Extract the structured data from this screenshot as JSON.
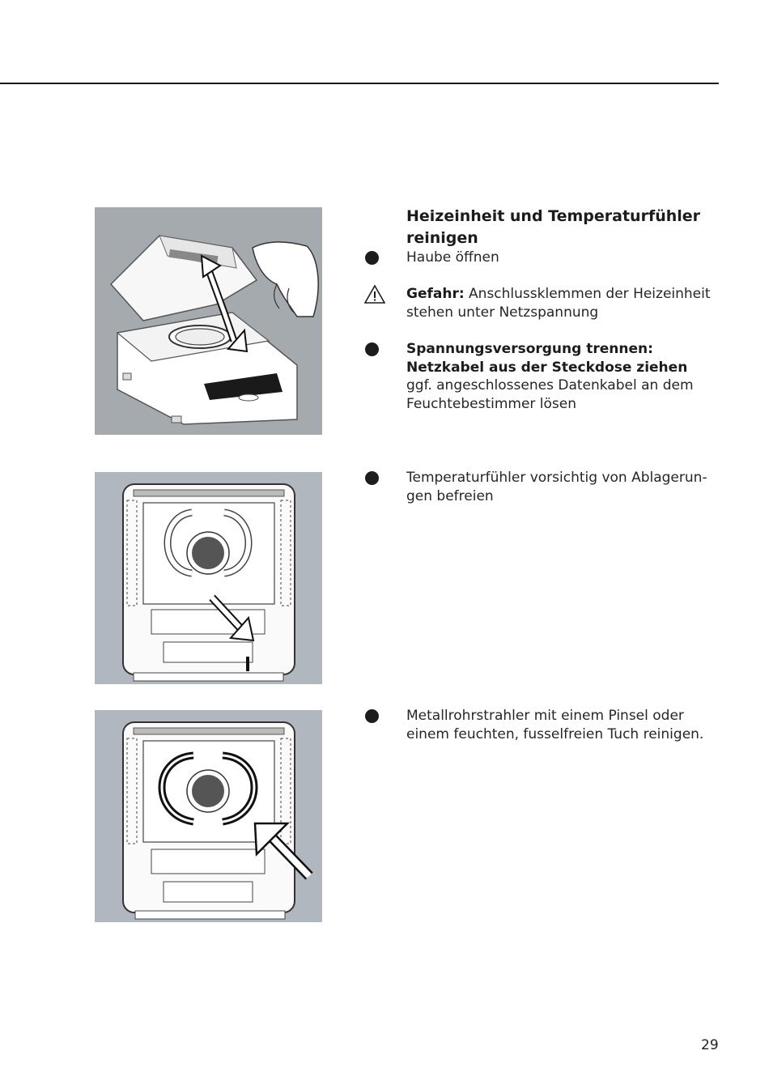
{
  "section": {
    "title": "Heizeinheit und Temperaturfühler reinigen"
  },
  "steps": {
    "step1": "Haube öffnen",
    "warning_label": "Gefahr:",
    "warning_text": " Anschlussklemmen der Heizeinheit stehen unter Netzspannung",
    "step2_bold": "Spannungsversorgung trennen: Netzkabel aus der Steckdose ziehen",
    "step2_text": "ggf. angeschlossenes Datenkabel an dem Feuchtebestimmer lösen",
    "step3": "Temperaturfühler vorsichtig von Ablagerun­gen befreien",
    "step4": "Metallrohrstrahler mit einem Pinsel oder einem feuchten, fusselfreien Tuch reinigen."
  },
  "page": {
    "number": "29"
  },
  "icons": {
    "bullet": "bullet-icon",
    "warning": "warning-triangle-icon"
  },
  "colors": {
    "figure_bg": "#b1b7be",
    "rule": "#1a1a1a"
  }
}
